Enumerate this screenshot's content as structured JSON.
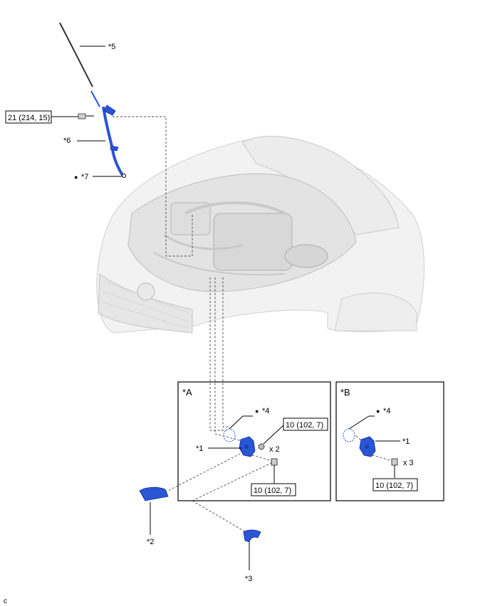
{
  "callouts": {
    "c5": "*5",
    "c6": "*6",
    "c7": "*7",
    "c4a": "*4",
    "c1a": "*1",
    "c4b": "*4",
    "c1b": "*1",
    "c2": "*2",
    "c3": "*3"
  },
  "views": {
    "a": "*A",
    "b": "*B"
  },
  "torques": {
    "t1": "21 (214, 15)",
    "t2": "10 (102, 7)",
    "t3": "10 (102, 7)",
    "t4": "10 (102, 7)"
  },
  "quantities": {
    "qa": "x 2",
    "qb": "x 3"
  },
  "bullets": {
    "b7": "●",
    "b4a": "●",
    "b4b": "●"
  },
  "corner_code": "c",
  "colors": {
    "part_blue": "#2a55d4",
    "line": "#000000"
  }
}
